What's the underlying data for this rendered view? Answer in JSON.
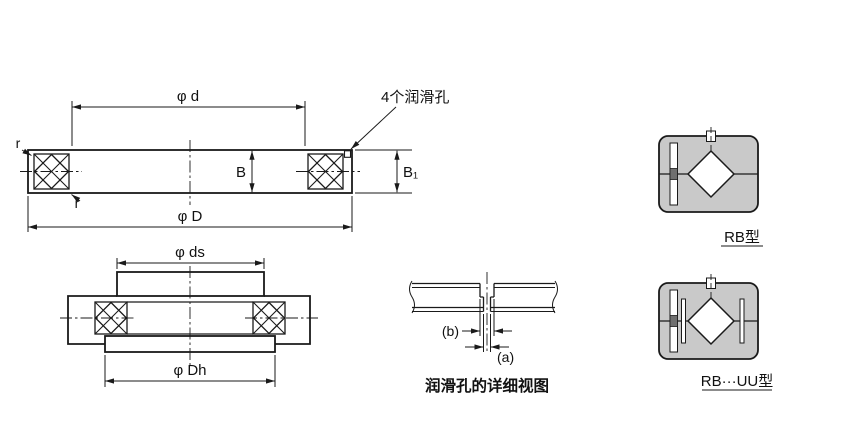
{
  "figure": {
    "background": "#ffffff",
    "line_color": "#1a1a1a",
    "section_fill": "#c9c9c9"
  },
  "main_view": {
    "dim_bore": "φ d",
    "dim_outer": "φ D",
    "dim_width": "B",
    "dim_width_outer": "B₁",
    "radius_top": "r",
    "radius_bottom": "r",
    "lube_holes": "4个润滑孔"
  },
  "mount_view": {
    "dim_shaft": "φ ds",
    "dim_housing": "φ Dh"
  },
  "detail_view": {
    "dim_a": "(a)",
    "dim_b": "(b)",
    "caption": "润滑孔的详细视图"
  },
  "types": {
    "rb": "RB型",
    "rb_uu": "RB···UU型"
  }
}
